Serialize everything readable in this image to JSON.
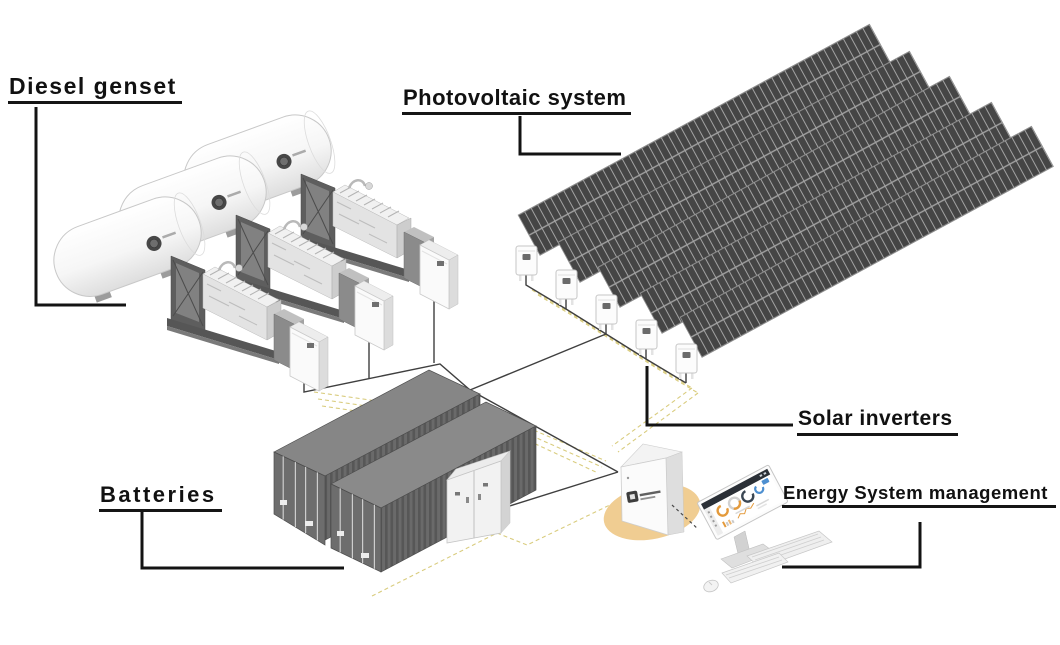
{
  "diagram": {
    "type": "isometric-hybrid-energy-system",
    "background": "#ffffff",
    "labels": {
      "diesel_genset": "Diesel genset",
      "photovoltaic_system": "Photovoltaic system",
      "solar_inverters": "Solar inverters",
      "batteries": "Batteries",
      "energy_system_management": "Energy System management"
    },
    "components": {
      "diesel_gensets": {
        "count": 3,
        "parts": [
          "fuel-tank",
          "engine",
          "control-cabinet"
        ]
      },
      "pv_array": {
        "rows": 5
      },
      "solar_inverters": {
        "count": 5
      },
      "battery_containers": {
        "count": 2,
        "pcs_cabinet_count": 1
      },
      "controller": {
        "highlight_color": "#f0cd92"
      },
      "workstation": {
        "monitor": 1,
        "keyboards": 2,
        "mouse": 1
      }
    },
    "connections": {
      "power_line_color": "#3f3f3f",
      "comm_line_color": "#d9cc7e",
      "monitor_link_color": "#4a4a4a",
      "power_line_style": "solid",
      "comm_line_style": "dashed",
      "monitor_link_style": "dashed"
    },
    "palette": {
      "panel_cell": "#454545",
      "panel_grid": "#a3a3a3",
      "container_side_dark": "#575757",
      "container_side_light": "#6a6a6a",
      "container_top": "#868686",
      "container_door": "#6d6d6d",
      "tank_body": "#fbfbfb",
      "accent_orange": "#e49a3b",
      "accent_blue": "#4d8fd0",
      "label_color": "#111111"
    }
  }
}
